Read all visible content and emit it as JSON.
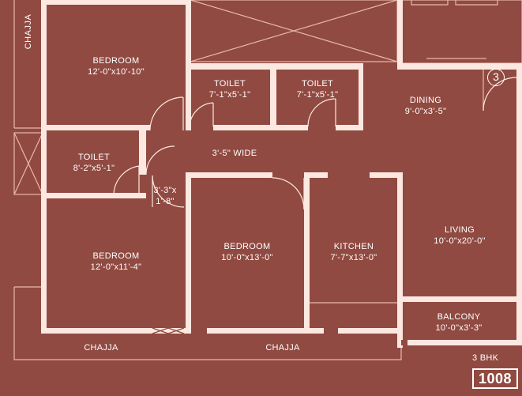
{
  "rooms": [
    {
      "id": "bedroom-1",
      "name": "BEDROOM",
      "dim": "12'-0\"x10'-10\""
    },
    {
      "id": "toilet-1",
      "name": "TOILET",
      "dim": "7'-1\"x5'-1\""
    },
    {
      "id": "toilet-2",
      "name": "TOILET",
      "dim": "7'-1\"x5'-1\""
    },
    {
      "id": "dining",
      "name": "DINING",
      "dim": "9'-0\"x3'-5\""
    },
    {
      "id": "toilet-3",
      "name": "TOILET",
      "dim": "8'-2\"x5'-1\""
    },
    {
      "id": "passage",
      "name": "3'-3\"x",
      "dim": "1'-8\""
    },
    {
      "id": "bedroom-2",
      "name": "BEDROOM",
      "dim": "12'-0\"x11'-4\""
    },
    {
      "id": "bedroom-3",
      "name": "BEDROOM",
      "dim": "10'-0\"x13'-0\""
    },
    {
      "id": "kitchen",
      "name": "KITCHEN",
      "dim": "7'-7\"x13'-0\""
    },
    {
      "id": "living",
      "name": "LIVING",
      "dim": "10'-0\"x20'-0\""
    },
    {
      "id": "balcony",
      "name": "BALCONY",
      "dim": "10'-0\"x3'-3\""
    }
  ],
  "corridor_label": "3'-5\" WIDE",
  "chajja_labels": [
    "CHAJJA",
    "CHAJJA",
    "CHAJJA"
  ],
  "unit_type": "3 BHK",
  "unit_number": "1008",
  "dining_marker": "3",
  "colors": {
    "background": "#904a41",
    "wall": "#fce8e0",
    "line": "#e8b8ae"
  }
}
